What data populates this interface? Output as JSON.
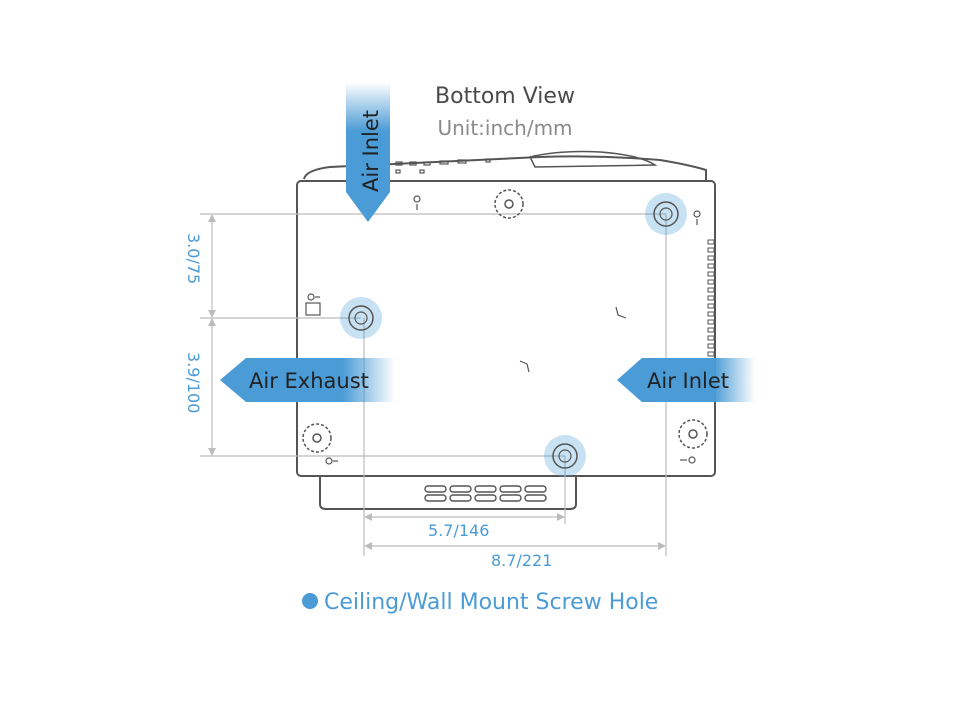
{
  "title": "Bottom View",
  "subtitle": "Unit:inch/mm",
  "arrows": {
    "top_inlet": "Air Inlet",
    "left_exhaust": "Air Exhaust",
    "right_inlet": "Air Inlet"
  },
  "dimensions": {
    "v_upper": "3.0/75",
    "v_lower": "3.9/100",
    "h_short": "5.7/146",
    "h_long": "8.7/221"
  },
  "legend": "Ceiling/Wall Mount Screw Hole",
  "colors": {
    "accent": "#4a9bd6",
    "outline": "#555555",
    "dimension": "#bcbcbc"
  }
}
